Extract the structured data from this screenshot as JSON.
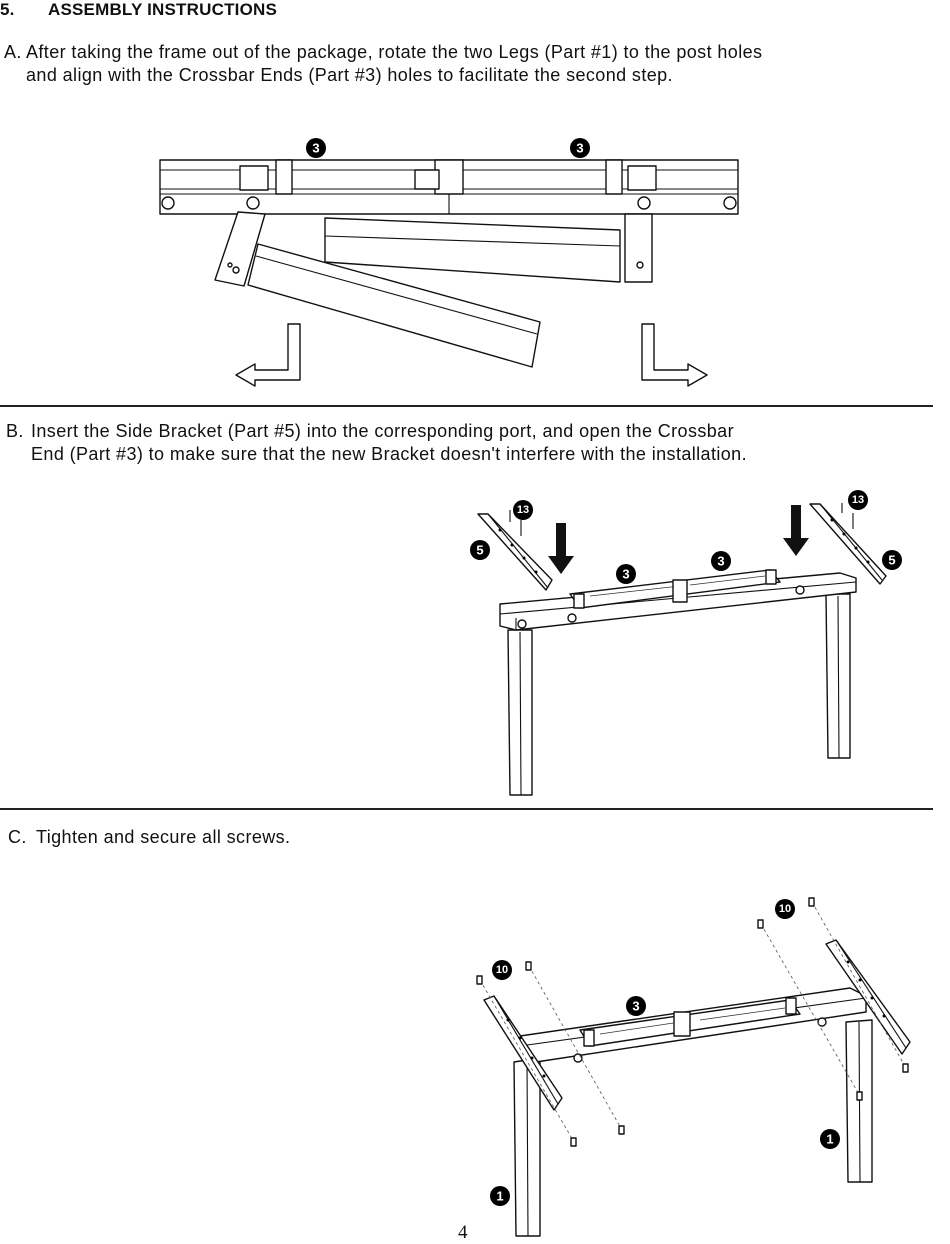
{
  "section": {
    "number": "5.",
    "title": "ASSEMBLY INSTRUCTIONS"
  },
  "steps": [
    {
      "letter": "A.",
      "lines": [
        "After taking the frame out of the package, rotate the two Legs (Part  #1) to the post holes",
        "and align with the Crossbar Ends (Part  #3) holes to facilitate the second step."
      ]
    },
    {
      "letter": "B.",
      "lines": [
        "Insert the Side Bracket (Part #5) into the corresponding port, and open the Crossbar",
        "End (Part #3) to make sure that the new Bracket doesn't interfere with the installation."
      ]
    },
    {
      "letter": "C.",
      "lines": [
        "Tighten and secure all screws."
      ]
    }
  ],
  "callouts": {
    "a": [
      "3",
      "3"
    ],
    "b": [
      "13",
      "5",
      "3",
      "3",
      "13",
      "5"
    ],
    "c": [
      "10",
      "3",
      "10",
      "1",
      "1"
    ]
  },
  "page_number": "4"
}
